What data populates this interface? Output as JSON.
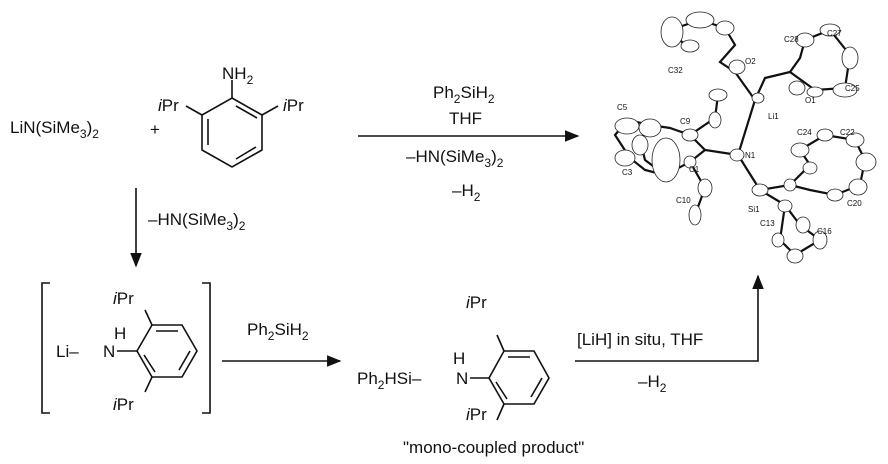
{
  "reactants": {
    "lithium_amide": {
      "main": "LiN(SiMe",
      "sub": "3",
      "tail": ")",
      "sub2": "2"
    },
    "plus": "+",
    "aniline": {
      "nh2": "NH",
      "nh2_sub": "2",
      "ipr": "Pr",
      "ipr_i": "i"
    }
  },
  "top_conditions": {
    "reagent": {
      "main": "Ph",
      "sub": "2",
      "mid": "SiH",
      "sub2": "2"
    },
    "solvent": "THF",
    "byproduct1": {
      "main": "–HN(SiMe",
      "sub": "3",
      "tail": ")",
      "sub2": "2"
    },
    "byproduct2": {
      "main": "–H",
      "sub": "2"
    }
  },
  "down_conditions": {
    "main": "–HN(SiMe",
    "sub": "3",
    "tail": ")",
    "sub2": "2"
  },
  "intermediate": {
    "li": "Li",
    "dash": "–",
    "h": "H",
    "n": "N",
    "ipr_i": "i",
    "ipr": "Pr"
  },
  "middle_conditions": {
    "main": "Ph",
    "sub": "2",
    "mid": "SiH",
    "sub2": "2"
  },
  "mono_product": {
    "prefix": "Ph",
    "sub": "2",
    "rest": "HSi–",
    "h": "H",
    "n": "N",
    "ipr_i": "i",
    "ipr": "Pr",
    "caption": "\"mono-coupled product\""
  },
  "right_conditions": {
    "reagent": "[LiH] in situ, THF",
    "byproduct": {
      "main": "–H",
      "sub": "2"
    }
  },
  "crystal_structure": {
    "atom_labels": [
      "C32",
      "O2",
      "C28",
      "C27",
      "O1",
      "C25",
      "Li1",
      "C9",
      "C5",
      "N1",
      "C24",
      "C22",
      "C1",
      "C3",
      "C10",
      "Si1",
      "C13",
      "C20",
      "C16"
    ],
    "atom_colors": {
      "O": "#e07070",
      "N": "#7070e0",
      "Si": "#e0b0b0"
    }
  }
}
